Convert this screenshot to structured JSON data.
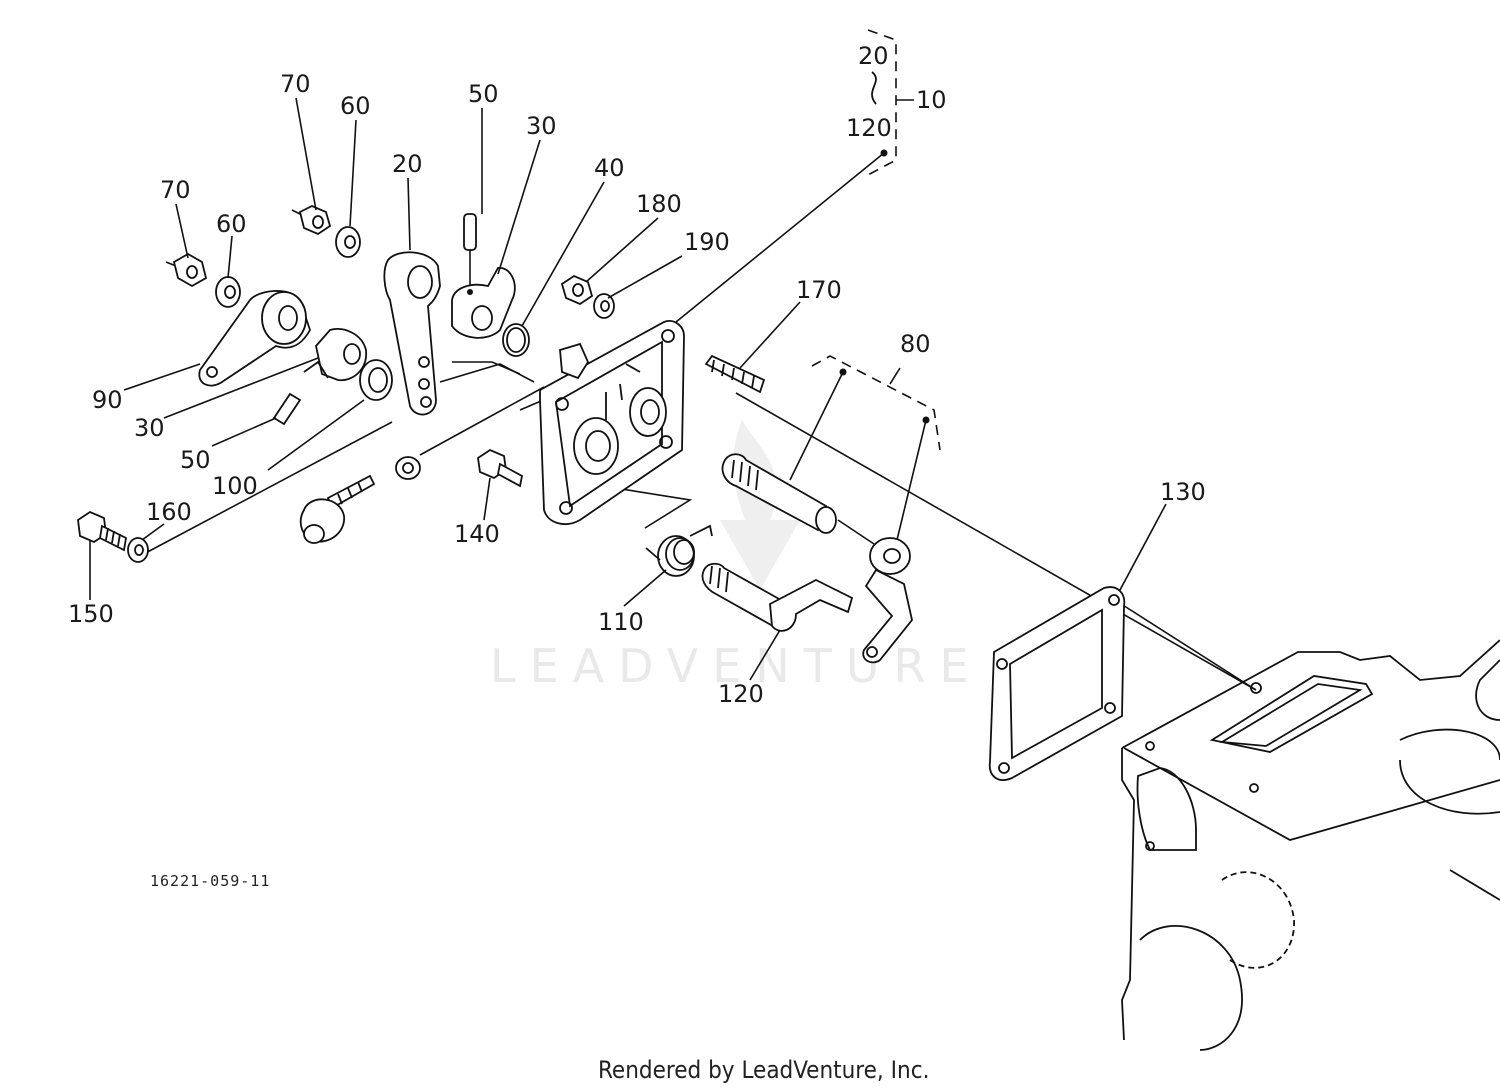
{
  "diagram": {
    "drawing_number": "16221-059-11",
    "watermark": "LEADVENTURE",
    "footer": "Rendered by LeadVenture, Inc.",
    "callouts": [
      {
        "id": "c10",
        "text": "10"
      },
      {
        "id": "c20a",
        "text": "20"
      },
      {
        "id": "c120a",
        "text": "120"
      },
      {
        "id": "c70a",
        "text": "70"
      },
      {
        "id": "c60a",
        "text": "60"
      },
      {
        "id": "c50a",
        "text": "50"
      },
      {
        "id": "c30a",
        "text": "30"
      },
      {
        "id": "c20b",
        "text": "20"
      },
      {
        "id": "c40",
        "text": "40"
      },
      {
        "id": "c180",
        "text": "180"
      },
      {
        "id": "c190",
        "text": "190"
      },
      {
        "id": "c170",
        "text": "170"
      },
      {
        "id": "c70b",
        "text": "70"
      },
      {
        "id": "c60b",
        "text": "60"
      },
      {
        "id": "c80",
        "text": "80"
      },
      {
        "id": "c90",
        "text": "90"
      },
      {
        "id": "c30b",
        "text": "30"
      },
      {
        "id": "c50b",
        "text": "50"
      },
      {
        "id": "c100",
        "text": "100"
      },
      {
        "id": "c160",
        "text": "160"
      },
      {
        "id": "c150",
        "text": "150"
      },
      {
        "id": "c140",
        "text": "140"
      },
      {
        "id": "c130",
        "text": "130"
      },
      {
        "id": "c110",
        "text": "110"
      },
      {
        "id": "c120b",
        "text": "120"
      }
    ]
  }
}
